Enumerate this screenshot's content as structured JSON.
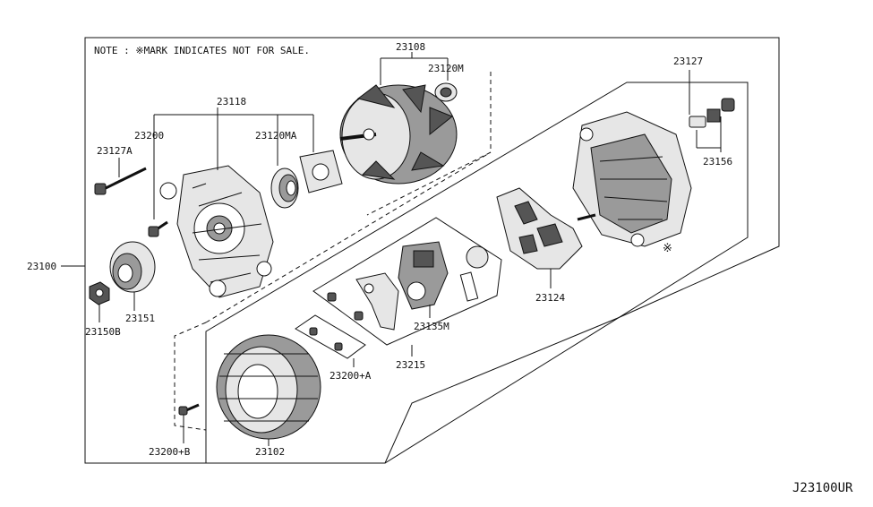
{
  "note": "NOTE : ※MARK INDICATES NOT FOR SALE.",
  "diagram_id": "J23100UR",
  "asterisk": "※",
  "labels": {
    "p23100": "23100",
    "p23108": "23108",
    "p23120M": "23120M",
    "p23118": "23118",
    "p23200": "23200",
    "p23120MA": "23120MA",
    "p23127A": "23127A",
    "p23127": "23127",
    "p23156": "23156",
    "p23124": "23124",
    "p23135M": "23135M",
    "p23215": "23215",
    "p23200A": "23200+A",
    "p23151": "23151",
    "p23150B": "23150B",
    "p23200B": "23200+B",
    "p23102": "23102"
  }
}
